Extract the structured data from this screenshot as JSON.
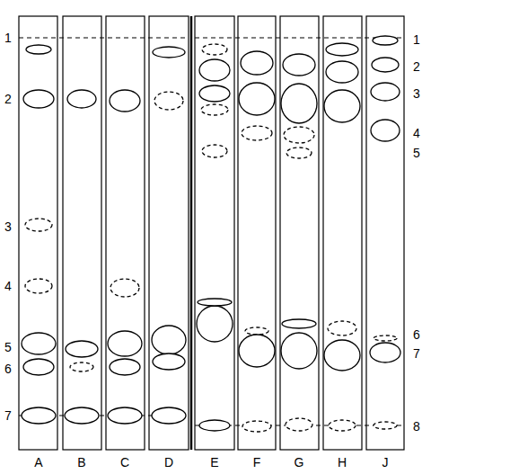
{
  "diagram": {
    "labels": [
      "1",
      "2",
      "3",
      "4",
      "5",
      "6",
      "7",
      "1",
      "2",
      "3",
      "4",
      "5",
      "6",
      "7",
      "8",
      "A",
      "B",
      "C",
      "D",
      "E",
      "F",
      "G",
      "H",
      "J"
    ]
  }
}
